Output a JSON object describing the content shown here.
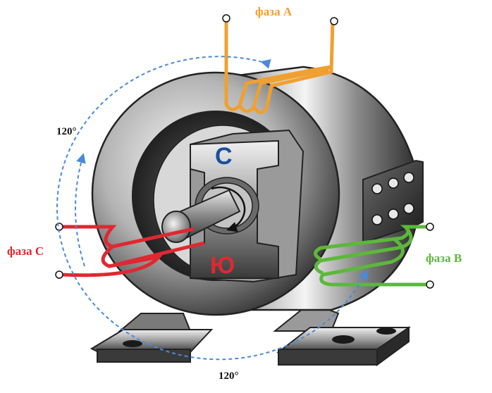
{
  "phases": {
    "a": {
      "label": "фаза А",
      "color": "#f0a030"
    },
    "b": {
      "label": "фаза В",
      "color": "#5cb83a"
    },
    "c": {
      "label": "фаза С",
      "color": "#e02830"
    }
  },
  "angles": {
    "left": "120°",
    "bottom": "120°"
  },
  "poles": {
    "north": {
      "label": "С",
      "color": "#1b4fa0"
    },
    "south": {
      "label": "Ю",
      "color": "#e02830"
    }
  },
  "rotation_arrow_color": "#4a8ad8"
}
